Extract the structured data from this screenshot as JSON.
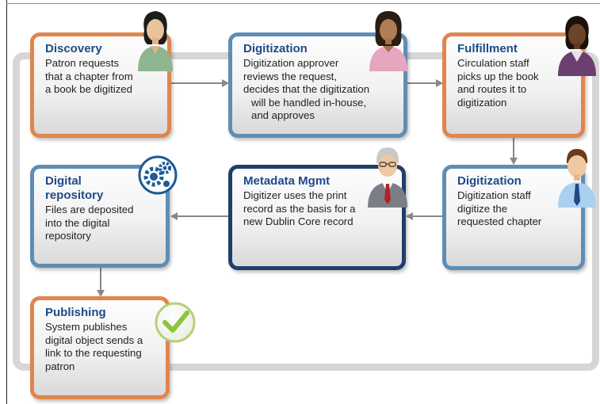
{
  "steps": {
    "discovery": {
      "title": "Discovery",
      "lines": [
        "Patron requests",
        "that a chapter from",
        "a book be digitized"
      ],
      "icon": "person-icon"
    },
    "digitization_approval": {
      "title": "Digitization",
      "lines": [
        "Digitization approver",
        "reviews the request,",
        "decides that the digitization",
        "will be handled in-house,",
        "and approves"
      ],
      "icon": "person-icon"
    },
    "fulfillment": {
      "title": "Fulfillment",
      "lines": [
        "Circulation staff",
        "picks up the book",
        "and routes it to",
        "digitization"
      ],
      "icon": "person-icon"
    },
    "digitization_staff": {
      "title": "Digitization",
      "lines": [
        "Digitization staff",
        "digitize the",
        "requested chapter"
      ],
      "icon": "person-icon"
    },
    "metadata": {
      "title": "Metadata Mgmt",
      "lines": [
        "Digitizer uses the print",
        "record as the basis for a",
        "new Dublin Core record"
      ],
      "icon": "person-icon"
    },
    "repository": {
      "title_lines": [
        "Digital",
        "repository"
      ],
      "lines": [
        "Files are deposited",
        "into the digital",
        "repository"
      ],
      "icon": "gears-icon"
    },
    "publishing": {
      "title": "Publishing",
      "lines": [
        "System publishes",
        "digital object sends a",
        "link to the requesting",
        "patron"
      ],
      "icon": "checkmark-icon"
    }
  },
  "colors": {
    "orange_border": "#e0864d",
    "blue_border": "#5d8eb5",
    "navy_border": "#1f3e6b",
    "title_text": "#1f4a86",
    "track": "#d6d6d6",
    "arrow": "#888888"
  }
}
